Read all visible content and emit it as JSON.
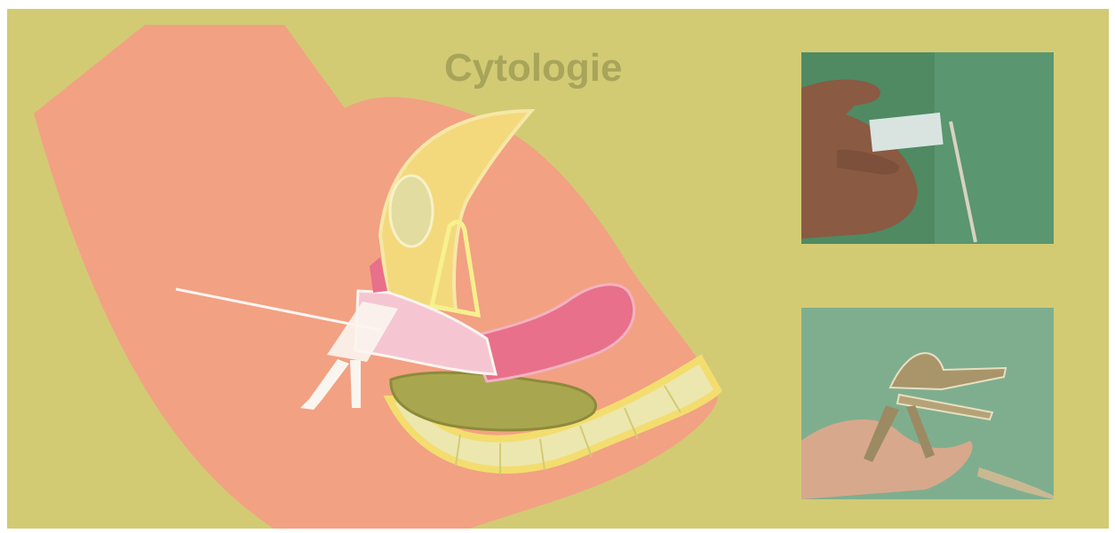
{
  "slide": {
    "title": "Cytologie",
    "background_color": "#d2cb74"
  },
  "diagram": {
    "colors": {
      "body": "#f2a183",
      "bladder": "#f3d97c",
      "uterus": "#e8708a",
      "vagina": "#f5c6d2",
      "speculum": "#fbf5f0",
      "rectum": "#a9a650",
      "sacrum": "#ece7ae"
    }
  },
  "photos": [
    {
      "subject": "hand-with-spatula",
      "background_color": "#4f8a63"
    },
    {
      "subject": "hand-with-speculum",
      "background_color": "#7fae8f"
    }
  ]
}
